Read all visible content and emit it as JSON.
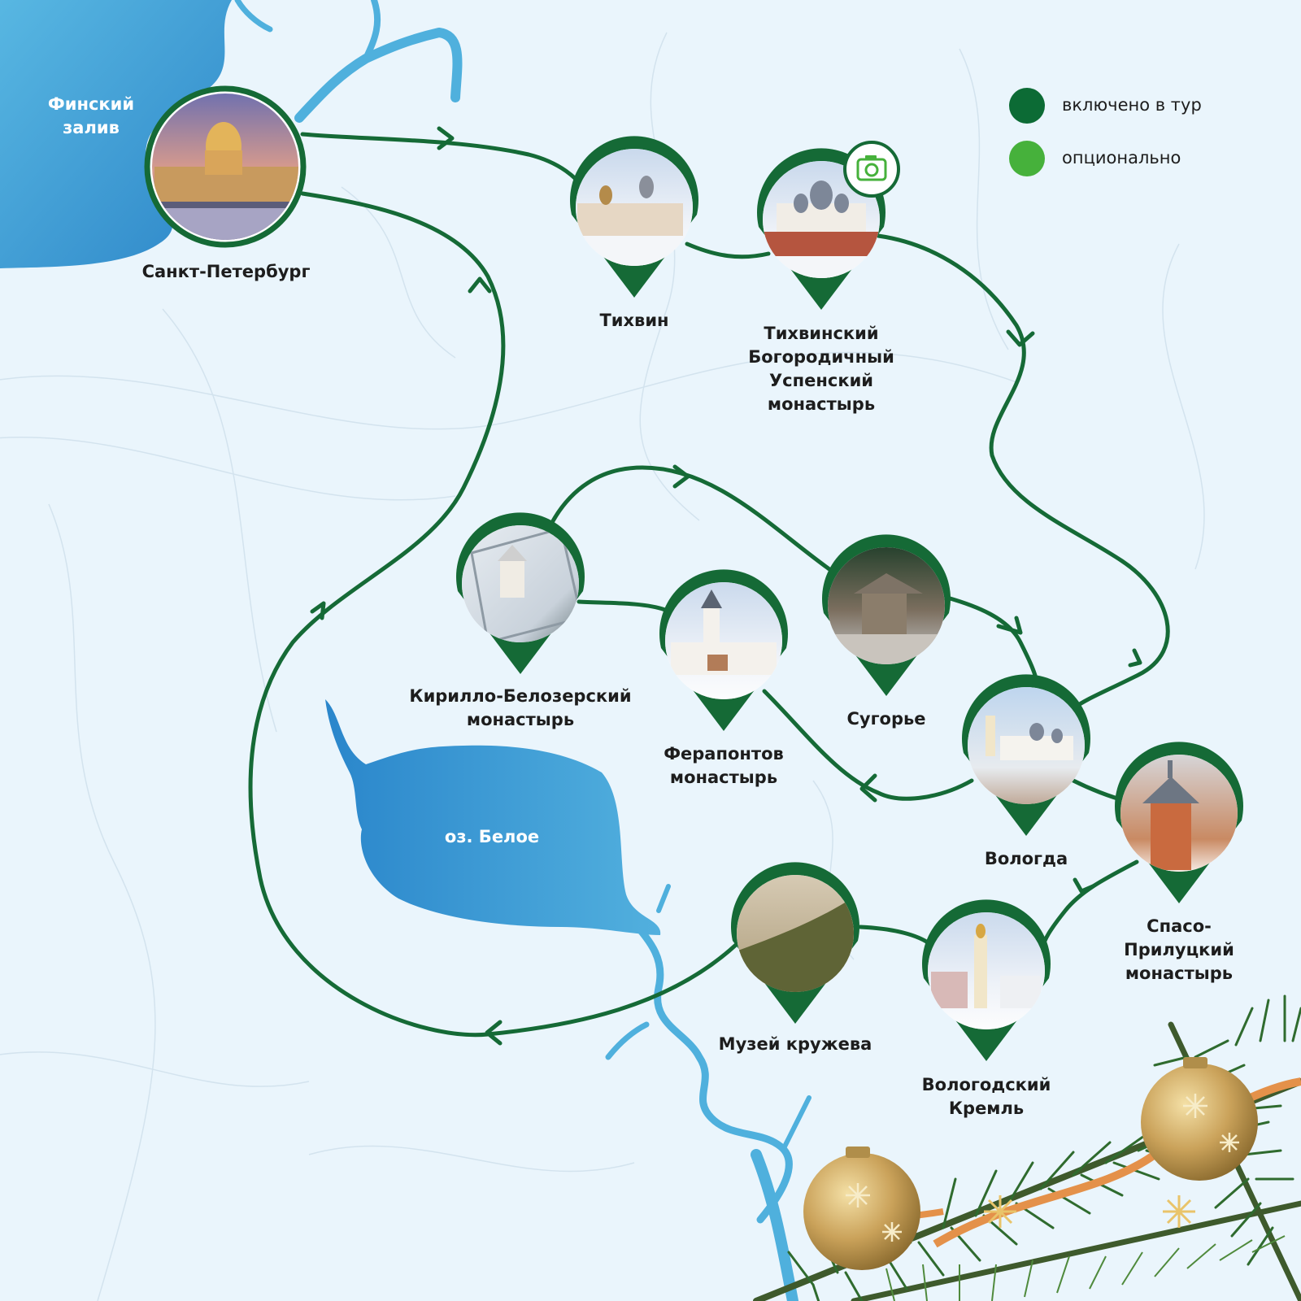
{
  "legend": {
    "included": {
      "label": "включено в тур",
      "color": "#0c6b35"
    },
    "optional": {
      "label": "опционально",
      "color": "#46b13b"
    }
  },
  "water_labels": {
    "gulf": "Финский\nзалив",
    "lake": "оз. Белое"
  },
  "route_color": "#156a36",
  "places": {
    "spb": "Санкт-Петербург",
    "tikhvin": "Тихвин",
    "tikhvin_monastery": "Тихвинский\nБогородичный\nУспенский\nмонастырь",
    "kirillo": "Кирилло-Белозерский\nмонастырь",
    "ferapontov": "Ферапонтов\nмонастырь",
    "sugorye": "Сугорье",
    "vologda": "Вологда",
    "spaso": "Спасо-Прилуцкий\nмонастырь",
    "lace": "Музей кружева",
    "kremlin": "Вологодский\nКремль"
  },
  "icons": {
    "photo_stop": "camera-icon"
  }
}
